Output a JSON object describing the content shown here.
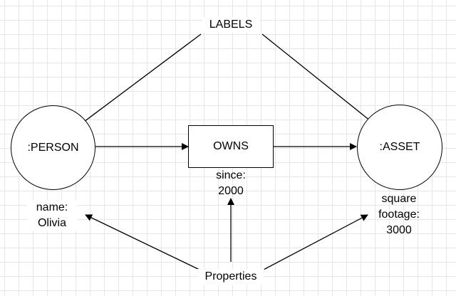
{
  "diagram": {
    "nodes": {
      "person": ":PERSON",
      "owns": "OWNS",
      "asset": ":ASSET"
    },
    "labels_text": "LABELS",
    "properties_text": "Properties",
    "person_property": [
      "name:",
      "Olivia"
    ],
    "owns_property": [
      "since:",
      "2000"
    ],
    "asset_property": [
      "square",
      "footage:",
      "3000"
    ]
  }
}
